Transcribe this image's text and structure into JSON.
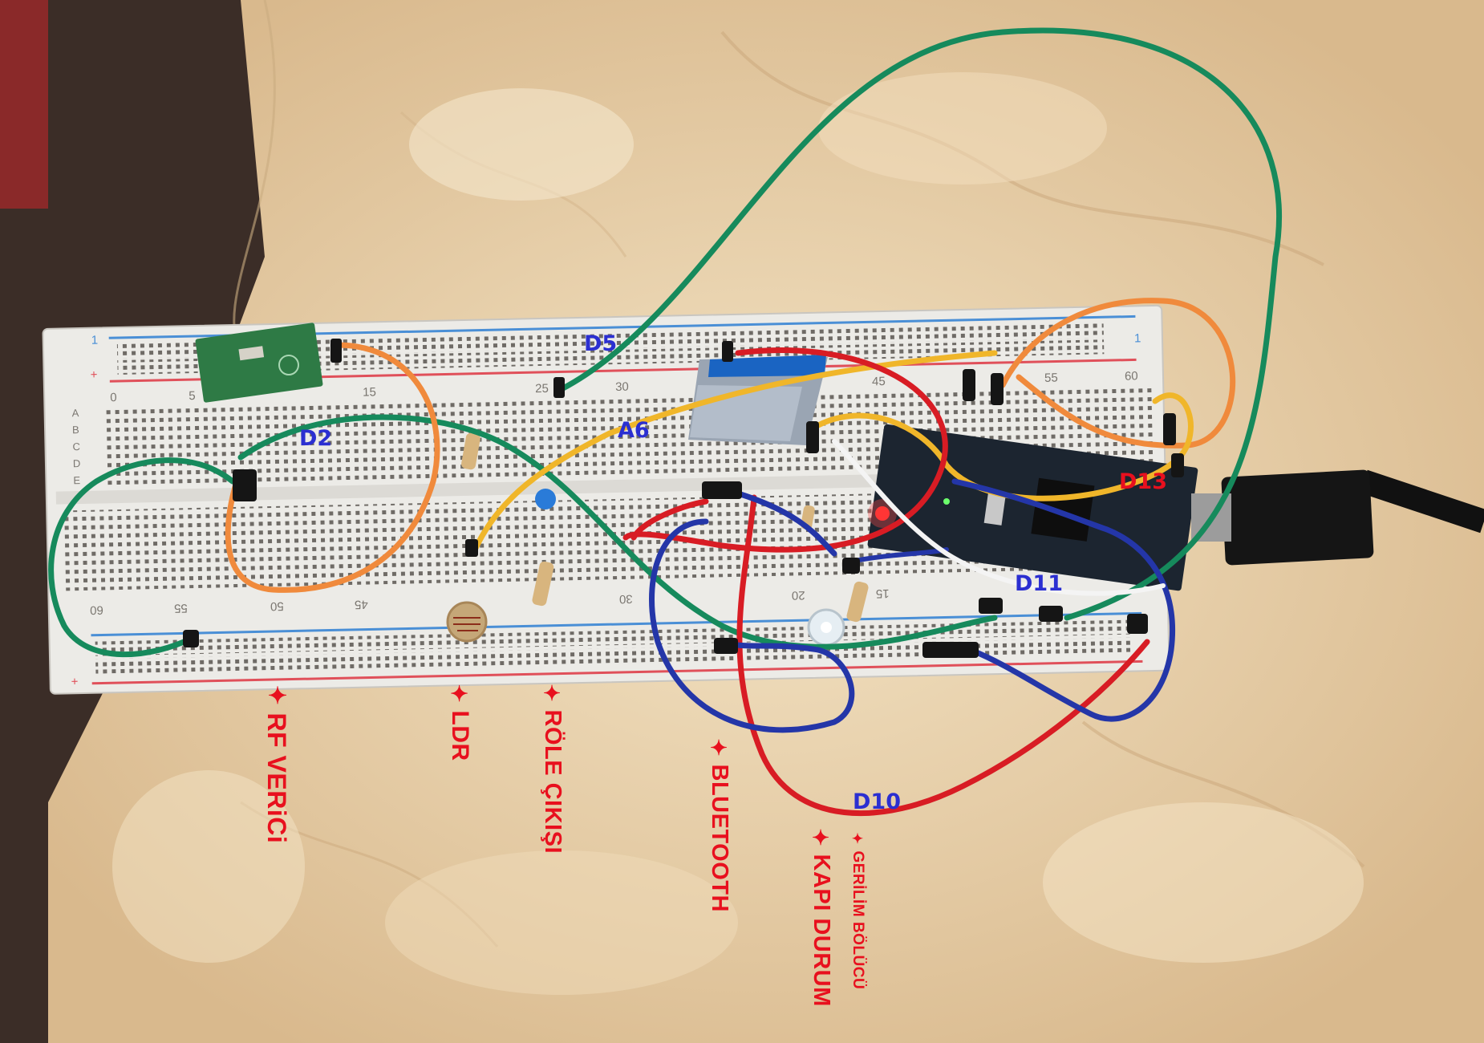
{
  "annotations": {
    "pin_labels": [
      {
        "key": "d5",
        "text": "D5",
        "color": "#2b2fd1"
      },
      {
        "key": "d2",
        "text": "D2",
        "color": "#2b2fd1"
      },
      {
        "key": "a6",
        "text": "A6",
        "color": "#2b2fd1"
      },
      {
        "key": "d13",
        "text": "D13",
        "color": "#e8101e"
      },
      {
        "key": "d11",
        "text": "D11",
        "color": "#2b2fd1"
      },
      {
        "key": "d10",
        "text": "D10",
        "color": "#2b2fd1"
      }
    ],
    "component_labels": [
      {
        "key": "rf",
        "text": "RF VERiCi"
      },
      {
        "key": "ldr",
        "text": "LDR"
      },
      {
        "key": "role",
        "text": "RÖLE ÇIKIŞI"
      },
      {
        "key": "bluetooth",
        "text": "BLUETOOTH"
      },
      {
        "key": "kapi",
        "text": "KAPI DURUM"
      },
      {
        "key": "gerilim",
        "text": "GERİLİM BÖLÜCÜ"
      }
    ],
    "label_star": "✦"
  },
  "breadboard": {
    "column_numbers_top": [
      "0",
      "5",
      "15",
      "25",
      "30",
      "45",
      "55",
      "60"
    ],
    "column_numbers_bottom": [
      "60",
      "55",
      "50",
      "45",
      "30",
      "20",
      "15"
    ],
    "row_letters": [
      "A",
      "B",
      "C",
      "D",
      "E"
    ],
    "rail_marks": [
      "1",
      "+"
    ]
  },
  "colors": {
    "table": "#e3cfb0",
    "breadboard": "#eceae6",
    "wire_green": "#168a5c",
    "wire_orange": "#f08a3c",
    "wire_yellow": "#f0b62a",
    "wire_red": "#d81c24",
    "wire_blue": "#2436a8",
    "wire_white": "#f4f4f4",
    "cable": "#111111"
  }
}
